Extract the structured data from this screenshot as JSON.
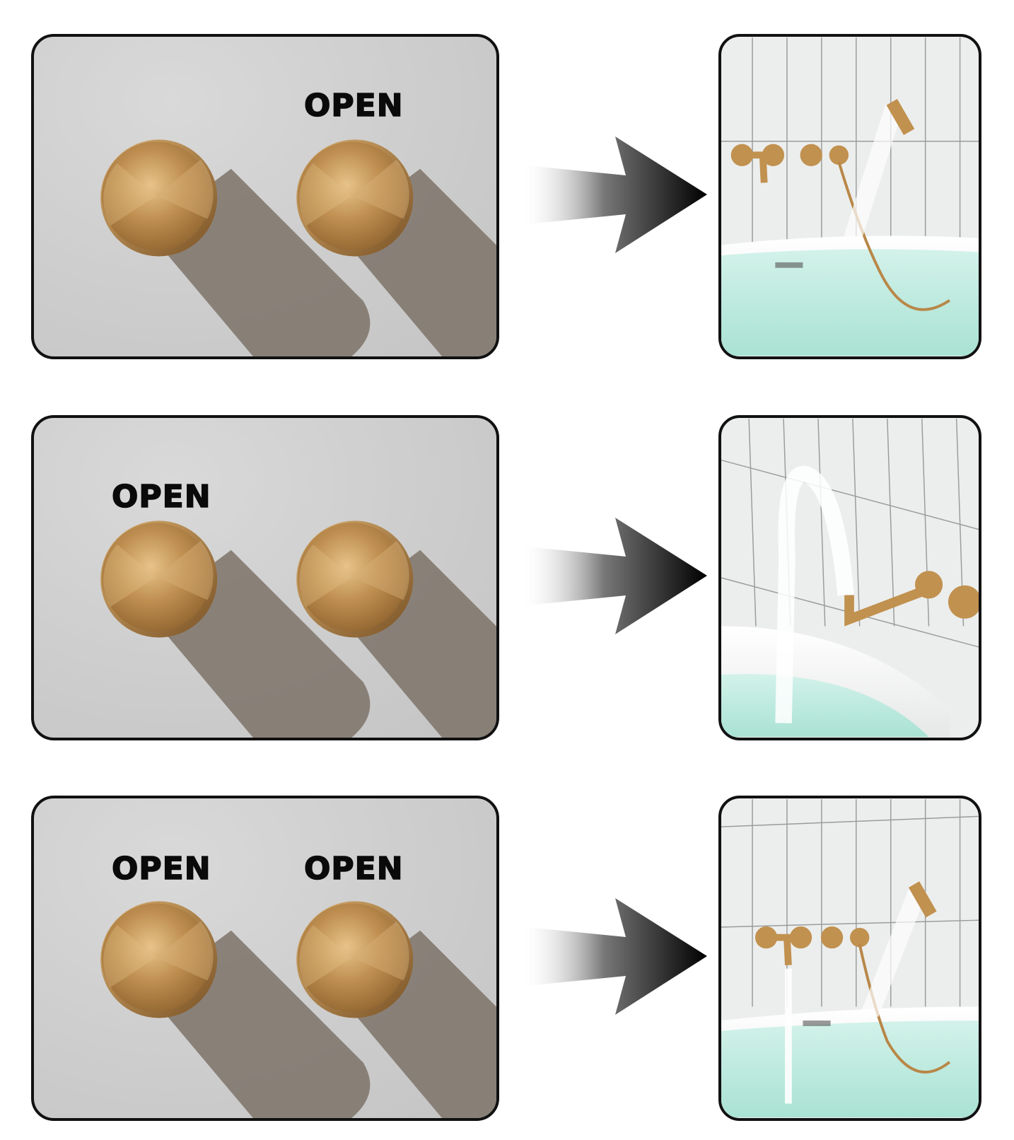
{
  "labels": {
    "row1_right": "OPEN",
    "row2_left": "OPEN",
    "row3_left": "OPEN",
    "row3_right": "OPEN"
  },
  "colors": {
    "knob_gold": "#b8894a",
    "wall_gray": "#cdcdcd",
    "water": "#bfe9dd",
    "outline": "#111111"
  },
  "icons": {
    "arrow": "arrow-right-icon",
    "knob": "brass-knob-icon"
  }
}
